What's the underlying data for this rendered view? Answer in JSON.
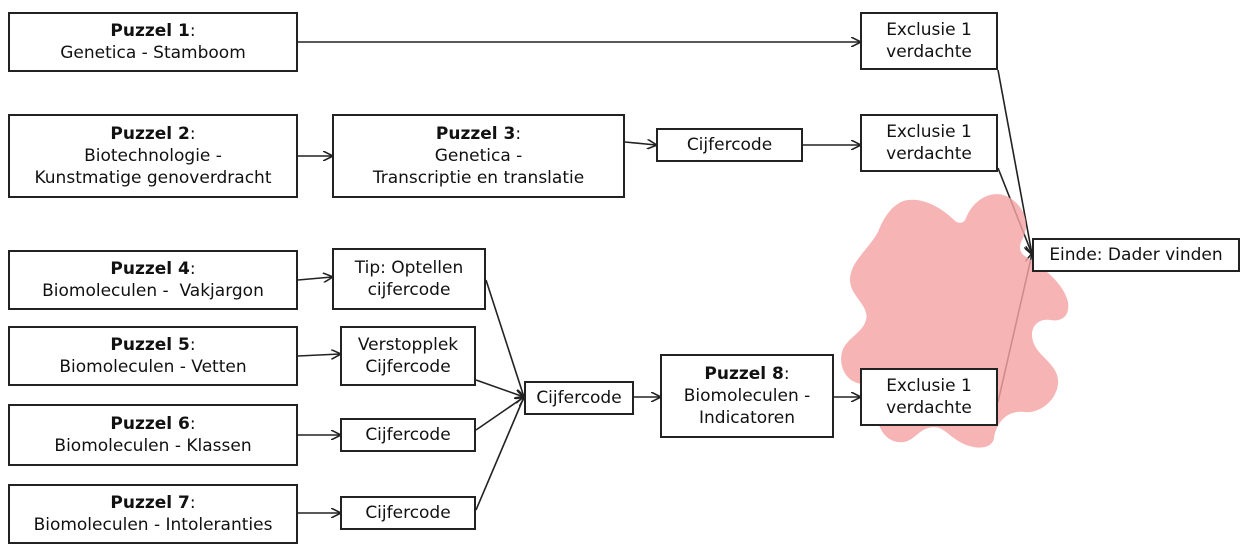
{
  "nodes": {
    "p1": {
      "title": "Puzzel 1",
      "sep": ":",
      "lines": [
        "Genetica - Stamboom"
      ]
    },
    "p2": {
      "title": "Puzzel 2",
      "sep": ":",
      "lines": [
        "Biotechnologie -",
        "Kunstmatige genoverdracht"
      ]
    },
    "p3": {
      "title": "Puzzel 3",
      "sep": ":",
      "lines": [
        "Genetica -",
        "Transcriptie en translatie"
      ]
    },
    "p4": {
      "title": "Puzzel 4",
      "sep": ":",
      "lines": [
        "Biomoleculen -  Vakjargon"
      ]
    },
    "p5": {
      "title": "Puzzel 5",
      "sep": ":",
      "lines": [
        "Biomoleculen - Vetten"
      ]
    },
    "p6": {
      "title": "Puzzel 6",
      "sep": ":",
      "lines": [
        "Biomoleculen - Klassen"
      ]
    },
    "p7": {
      "title": "Puzzel 7",
      "sep": ":",
      "lines": [
        "Biomoleculen - Intoleranties"
      ]
    },
    "p8": {
      "title": "Puzzel 8",
      "sep": ":",
      "lines": [
        "Biomoleculen -",
        "Indicatoren"
      ]
    },
    "code3": {
      "lines": [
        "Cijfercode"
      ]
    },
    "tip4": {
      "lines": [
        "Tip: Optellen",
        "cijfercode"
      ]
    },
    "hide5": {
      "lines": [
        "Verstopplek",
        "Cijfercode"
      ]
    },
    "code6": {
      "lines": [
        "Cijfercode"
      ]
    },
    "code7": {
      "lines": [
        "Cijfercode"
      ]
    },
    "codeMid": {
      "lines": [
        "Cijfercode"
      ]
    },
    "ex1": {
      "lines": [
        "Exclusie 1",
        "verdachte"
      ]
    },
    "ex2": {
      "lines": [
        "Exclusie 1",
        "verdachte"
      ]
    },
    "ex3": {
      "lines": [
        "Exclusie 1",
        "verdachte"
      ]
    },
    "end": {
      "lines": [
        "Einde: Dader vinden"
      ]
    }
  },
  "colors": {
    "puzzle_piece": "#f4a4a4",
    "box_border": "#222222",
    "arrow": "#222222"
  }
}
